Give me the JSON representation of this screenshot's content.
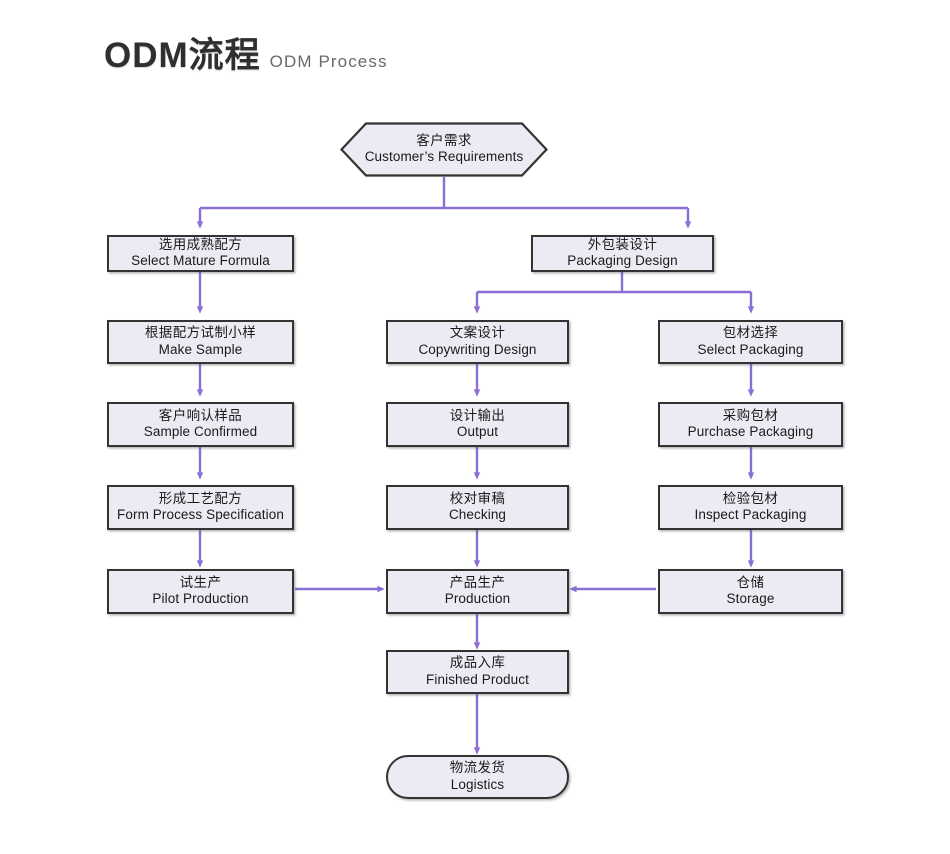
{
  "header": {
    "title_cn": "ODM流程",
    "title_en": "ODM Process"
  },
  "colors": {
    "node_fill": "#ecebf4",
    "node_border": "#333333",
    "connector": "#8a6fd6",
    "title": "#2f2f2f",
    "subtitle": "#6a6a6a"
  },
  "chart_data": {
    "type": "diagram",
    "title": "ODM Process",
    "nodes": [
      {
        "id": "n1",
        "shape": "hexagon",
        "cn": "客户需求",
        "en": "Customer’s Requirements",
        "column": "center",
        "row": 0
      },
      {
        "id": "n2",
        "shape": "rectangle",
        "cn": "选用成熟配方",
        "en": "Select Mature Formula",
        "column": "left",
        "row": 1
      },
      {
        "id": "n3",
        "shape": "rectangle",
        "cn": "外包装设计",
        "en": "Packaging Design",
        "column": "right-wide",
        "row": 1
      },
      {
        "id": "n4",
        "shape": "rectangle",
        "cn": "根据配方试制小样",
        "en": "Make Sample",
        "column": "left",
        "row": 2
      },
      {
        "id": "n5",
        "shape": "rectangle",
        "cn": "文案设计",
        "en": "Copywriting Design",
        "column": "middle",
        "row": 2
      },
      {
        "id": "n6",
        "shape": "rectangle",
        "cn": "包材选择",
        "en": "Select Packaging",
        "column": "right",
        "row": 2
      },
      {
        "id": "n7",
        "shape": "rectangle",
        "cn": "客户响认样品",
        "en": "Sample Confirmed",
        "column": "left",
        "row": 3
      },
      {
        "id": "n8",
        "shape": "rectangle",
        "cn": "设计输出",
        "en": "Output",
        "column": "middle",
        "row": 3
      },
      {
        "id": "n9",
        "shape": "rectangle",
        "cn": "采购包材",
        "en": "Purchase Packaging",
        "column": "right",
        "row": 3
      },
      {
        "id": "n10",
        "shape": "rectangle",
        "cn": "形成工艺配方",
        "en": "Form Process Specification",
        "column": "left",
        "row": 4
      },
      {
        "id": "n11",
        "shape": "rectangle",
        "cn": "校对审稿",
        "en": "Checking",
        "column": "middle",
        "row": 4
      },
      {
        "id": "n12",
        "shape": "rectangle",
        "cn": "检验包材",
        "en": "Inspect Packaging",
        "column": "right",
        "row": 4
      },
      {
        "id": "n13",
        "shape": "rectangle",
        "cn": "试生产",
        "en": "Pilot Production",
        "column": "left",
        "row": 5
      },
      {
        "id": "n14",
        "shape": "rectangle",
        "cn": "产品生产",
        "en": "Production",
        "column": "middle",
        "row": 5
      },
      {
        "id": "n15",
        "shape": "rectangle",
        "cn": "仓储",
        "en": "Storage",
        "column": "right",
        "row": 5
      },
      {
        "id": "n16",
        "shape": "rectangle",
        "cn": "成品入库",
        "en": "Finished Product",
        "column": "middle",
        "row": 6
      },
      {
        "id": "n17",
        "shape": "stadium",
        "cn": "物流发货",
        "en": "Logistics",
        "column": "middle",
        "row": 7
      }
    ],
    "edges": [
      {
        "from": "n1",
        "to": "n2",
        "style": "elbow-down-left"
      },
      {
        "from": "n1",
        "to": "n3",
        "style": "elbow-down-right"
      },
      {
        "from": "n2",
        "to": "n4",
        "style": "straight-down"
      },
      {
        "from": "n3",
        "to": "n5",
        "style": "elbow-down-left"
      },
      {
        "from": "n3",
        "to": "n6",
        "style": "elbow-down-right"
      },
      {
        "from": "n4",
        "to": "n7",
        "style": "straight-down"
      },
      {
        "from": "n5",
        "to": "n8",
        "style": "straight-down"
      },
      {
        "from": "n6",
        "to": "n9",
        "style": "straight-down"
      },
      {
        "from": "n7",
        "to": "n10",
        "style": "straight-down"
      },
      {
        "from": "n8",
        "to": "n11",
        "style": "straight-down"
      },
      {
        "from": "n9",
        "to": "n12",
        "style": "straight-down"
      },
      {
        "from": "n10",
        "to": "n13",
        "style": "straight-down"
      },
      {
        "from": "n11",
        "to": "n14",
        "style": "straight-down"
      },
      {
        "from": "n12",
        "to": "n15",
        "style": "straight-down"
      },
      {
        "from": "n13",
        "to": "n14",
        "style": "straight-right"
      },
      {
        "from": "n15",
        "to": "n14",
        "style": "straight-left"
      },
      {
        "from": "n14",
        "to": "n16",
        "style": "straight-down"
      },
      {
        "from": "n16",
        "to": "n17",
        "style": "straight-down"
      }
    ]
  }
}
